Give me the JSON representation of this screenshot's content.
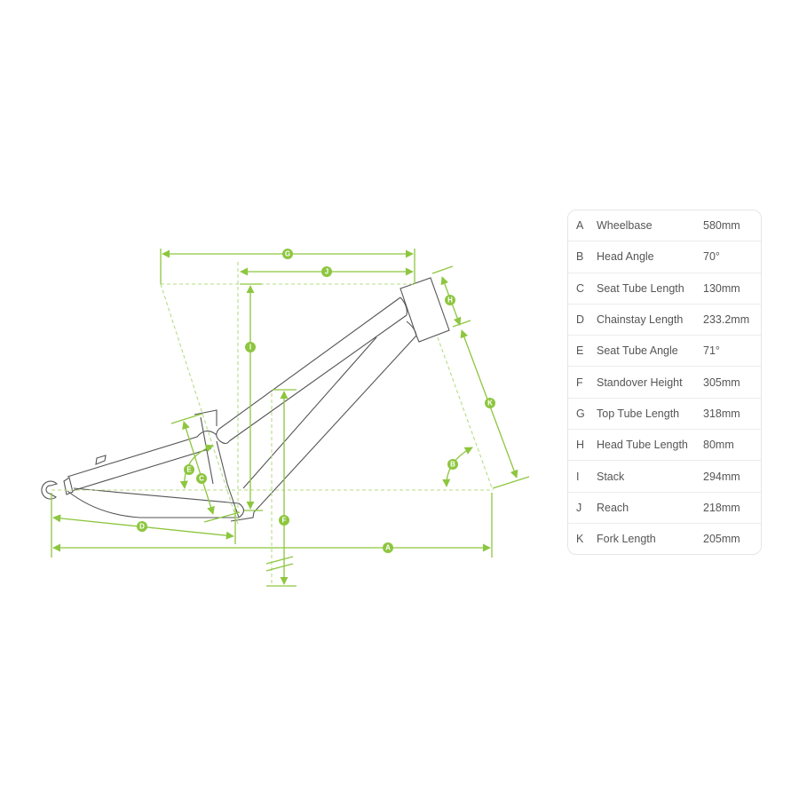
{
  "colors": {
    "accent": "#8dc63f",
    "frame": "#555555"
  },
  "labels": [
    "A",
    "B",
    "C",
    "D",
    "E",
    "F",
    "G",
    "H",
    "I",
    "J",
    "K"
  ],
  "specs": [
    {
      "key": "A",
      "name": "Wheelbase",
      "value": "580mm"
    },
    {
      "key": "B",
      "name": "Head Angle",
      "value": "70°"
    },
    {
      "key": "C",
      "name": "Seat Tube Length",
      "value": "130mm"
    },
    {
      "key": "D",
      "name": "Chainstay Length",
      "value": "233.2mm"
    },
    {
      "key": "E",
      "name": "Seat Tube Angle",
      "value": "71°"
    },
    {
      "key": "F",
      "name": "Standover Height",
      "value": "305mm"
    },
    {
      "key": "G",
      "name": "Top Tube Length",
      "value": "318mm"
    },
    {
      "key": "H",
      "name": "Head Tube Length",
      "value": "80mm"
    },
    {
      "key": "I",
      "name": "Stack",
      "value": "294mm"
    },
    {
      "key": "J",
      "name": "Reach",
      "value": "218mm"
    },
    {
      "key": "K",
      "name": "Fork Length",
      "value": "205mm"
    }
  ]
}
